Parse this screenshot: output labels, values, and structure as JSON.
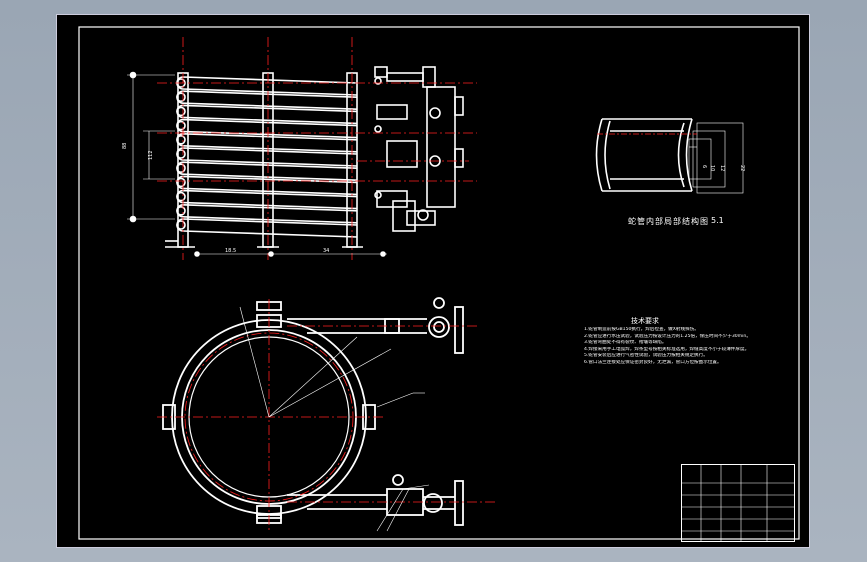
{
  "caption": "蛇管内部局部结构图",
  "figure_number": "5.1",
  "tech_requirements": {
    "title": "技术要求",
    "lines": [
      "1.蛇管制造前按GB150执行，焊后检查，做X射线探伤。",
      "2.蛇管应进行水压试验，试验压力按设计压力的1.25倍，保压时间不少于30min。",
      "3.蛇管弯曲处不得有裂纹、褶皱等缺陷。",
      "4.焊接采用手工电弧焊，焊条型号按相关标准选用，焊缝高度不小于较薄件厚度。",
      "5.蛇管安装后应进行气密性试验，试验压力按相关规定执行。",
      "6.管口法兰连接处应保证密封良好，无泄漏，管口方位按图示位置。"
    ]
  },
  "dimensions": {
    "total_height": "88",
    "pitch": "112",
    "bottom_a": "18.5",
    "bottom_b": "34",
    "tube_a": "6",
    "tube_b": "10",
    "tube_c": "12",
    "tube_d": "22"
  },
  "colors": {
    "background": "#000000",
    "outline": "#ffffff",
    "centerline": "#ff2020"
  }
}
